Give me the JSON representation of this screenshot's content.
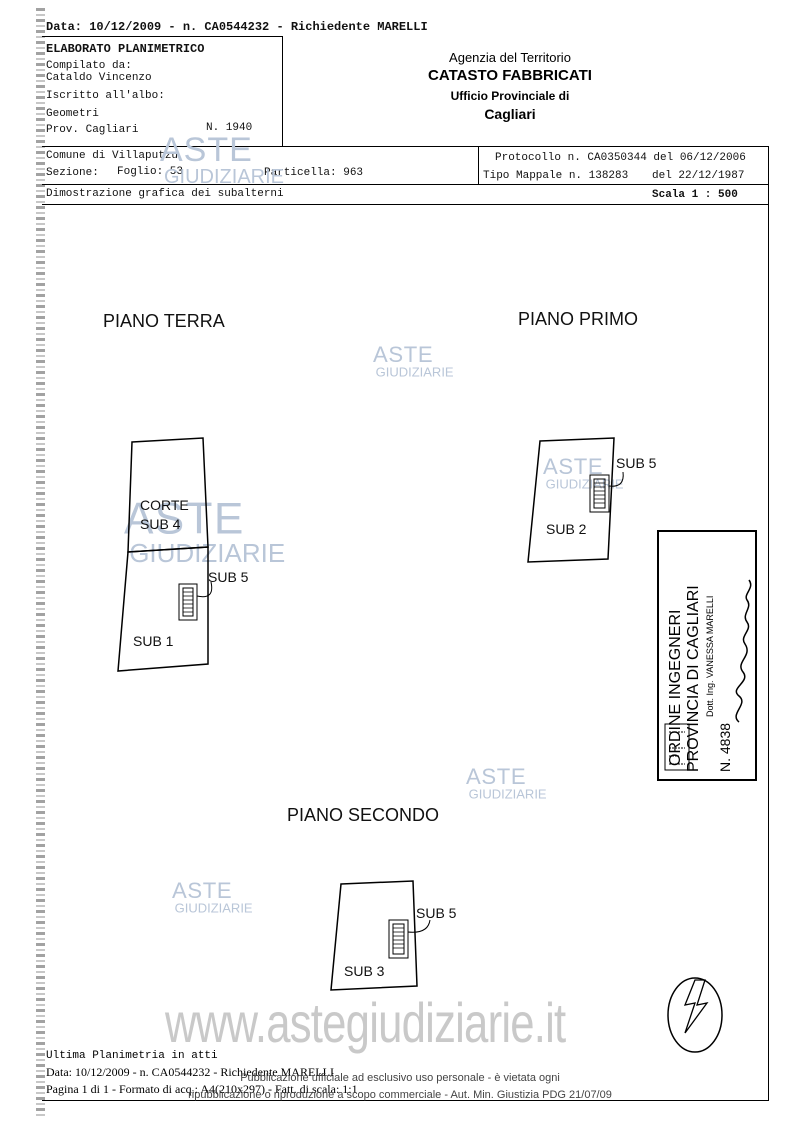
{
  "header": {
    "top_line": "Data: 10/12/2009 - n. CA0544232 - Richiedente MARELLI",
    "doc_title": "ELABORATO PLANIMETRICO",
    "compiled_by_label": "Compilato da:",
    "compiled_by": "Cataldo Vincenzo",
    "registered_label": "Iscritto all'albo:",
    "registered": "Geometri",
    "province": "Prov. Cagliari",
    "number": "N.  1940",
    "comune": "Comune di Villaputzu",
    "sezione": "Sezione:",
    "foglio": "Foglio: 53",
    "particella": "Particella: 963",
    "dimostrazione": "Dimostrazione grafica dei subalterni",
    "protocollo": "Protocollo n. CA0350344 del 06/12/2006",
    "tipo_mappale": "Tipo Mappale n. 138283",
    "tipo_mappale_date": "del 22/12/1987",
    "scala": "Scala 1 : 500"
  },
  "agency": {
    "line1": "Agenzia del Territorio",
    "line2": "CATASTO FABBRICATI",
    "line3": "Ufficio Provinciale di",
    "line4": "Cagliari"
  },
  "plans": {
    "terra": "PIANO TERRA",
    "primo": "PIANO PRIMO",
    "secondo": "PIANO SECONDO"
  },
  "labels": {
    "corte": "CORTE",
    "sub4": "SUB 4",
    "sub5_a": "SUB 5",
    "sub1": "SUB 1",
    "sub5_b": "SUB 5",
    "sub2": "SUB 2",
    "sub5_c": "SUB 5",
    "sub3": "SUB 3"
  },
  "stamp": {
    "line1": "ORDINE INGEGNERI",
    "line2": "PROVINCIA DI CAGLIARI",
    "line3": "Dott. Ing. VANESSA MARELLI",
    "number": "N. 4838"
  },
  "watermark": {
    "aste": "ASTE",
    "giudiziarie": "GIUDIZIARIE",
    "site": "www.astegiudiziarie.it"
  },
  "footer": {
    "line1": "Ultima Planimetria in atti",
    "line2": "Data: 10/12/2009 - n. CA0544232 - Richiedente MARELLI",
    "line3": "Pagina 1 di 1 - Formato di acq.: A4(210x297) - Fatt. di scala: 1:1",
    "notice1": "Pubblicazione ufficiale ad esclusivo uso personale - è vietata ogni",
    "notice2": "ripubblicazione o riproduzione a scopo commerciale - Aut. Min. Giustizia PDG 21/07/09"
  }
}
